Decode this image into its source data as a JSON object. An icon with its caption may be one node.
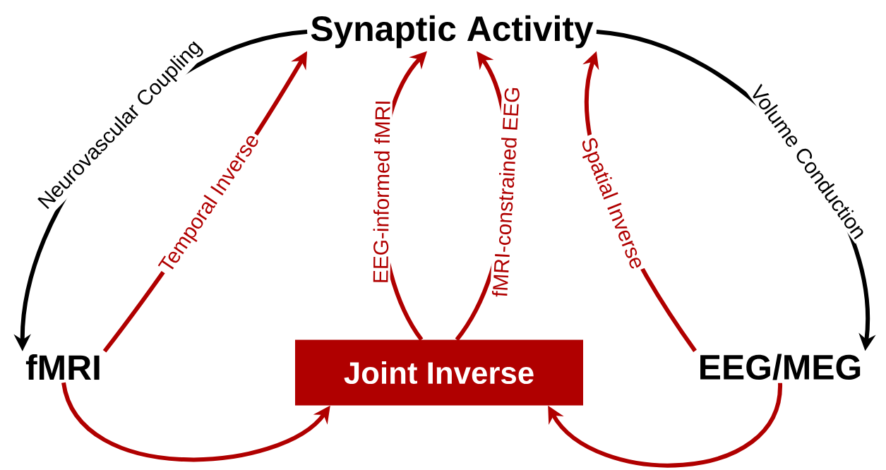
{
  "diagram": {
    "nodes": [
      {
        "text": [
          "Synaptic Activity"
        ]
      },
      {
        "text": [
          "fMRI"
        ]
      },
      {
        "text": [
          "Joint Inverse"
        ]
      },
      {
        "text": [
          "EEG/MEG"
        ]
      }
    ],
    "edges": [
      {
        "from": 0,
        "to": 1,
        "arrow": "to",
        "label": "Neurovascular Coupling",
        "color": "#000000"
      },
      {
        "from": 1,
        "to": 0,
        "arrow": "to",
        "label": "Temporal Inverse"
      },
      {
        "from": 2,
        "to": 0,
        "arrow": "to",
        "label": "EEG-informed fMRI"
      },
      {
        "from": 2,
        "to": 0,
        "arrow": "to",
        "label": "fMRI-constrained EEG"
      },
      {
        "from": 3,
        "to": 0,
        "arrow": "to",
        "label": "Spatial Inverse"
      },
      {
        "from": 0,
        "to": 3,
        "arrow": "to",
        "label": "Volume Conduction",
        "color": "#000000"
      },
      {
        "from": 1,
        "to": 2,
        "arrow": "to"
      },
      {
        "from": 3,
        "to": 2,
        "arrow": "to"
      }
    ]
  }
}
